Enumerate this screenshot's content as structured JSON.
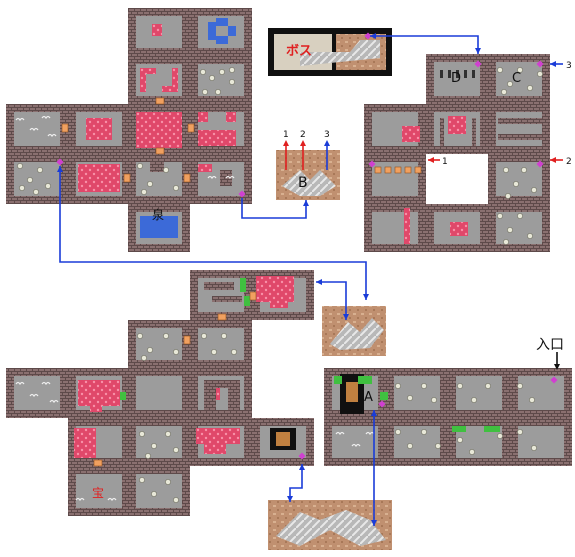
{
  "labels": {
    "boss": "ボス",
    "fountain": "泉",
    "treasure": "宝",
    "entrance": "入口",
    "room_a": "A",
    "room_b": "B",
    "room_c": "C",
    "room_d": "D"
  },
  "arrows": {
    "b_up": [
      "1",
      "2",
      "3"
    ],
    "right_side": [
      "1",
      "2",
      "3"
    ]
  },
  "colors": {
    "wall": "#5a4848",
    "floor": "#9c9c9c",
    "lava": "#e8506a",
    "water": "#3c6ad8",
    "link": "#1a3cd8",
    "red_link": "#e02020",
    "sand": "#c8a078",
    "dark": "#101010"
  }
}
